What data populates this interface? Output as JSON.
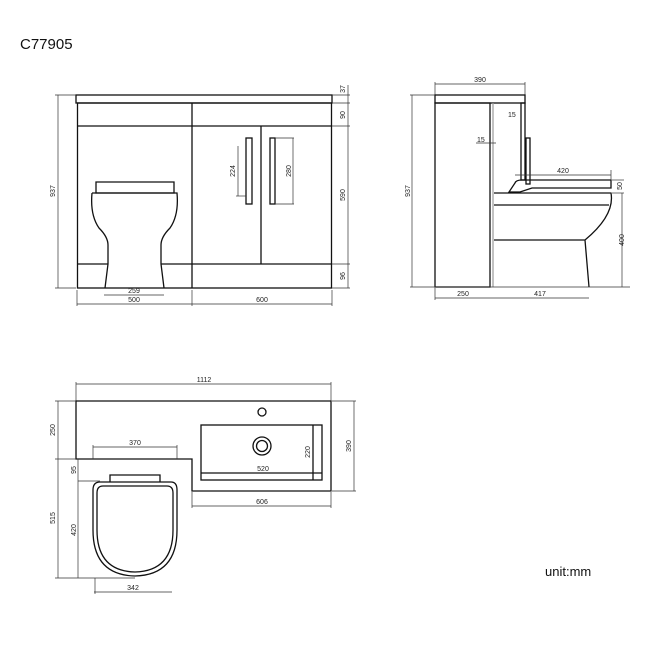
{
  "title": "C77905",
  "unit_label": "unit:mm",
  "front_view": {
    "total_height": "937",
    "top_thickness": "37",
    "drawer_rail": "90",
    "door_height": "590",
    "plinth": "96",
    "handle_centers": "224",
    "handle_length": "280",
    "toilet_base_width": "259",
    "toilet_section_width": "500",
    "vanity_width": "600"
  },
  "side_view": {
    "depth_top": "390",
    "panel_thickness_a": "15",
    "panel_thickness_b": "15",
    "seat_length": "420",
    "seat_thickness": "50",
    "pan_height": "400",
    "total_height": "937",
    "back_depth": "250",
    "pan_projection": "417"
  },
  "top_view": {
    "total_width": "1112",
    "back_depth": "250",
    "unit_depth": "390",
    "seat_width_top": "370",
    "seat_offset": "95",
    "seat_length": "420",
    "toilet_projection": "515",
    "seat_width": "342",
    "basin_width": "520",
    "basin_depth": "220",
    "vanity_width": "606"
  }
}
